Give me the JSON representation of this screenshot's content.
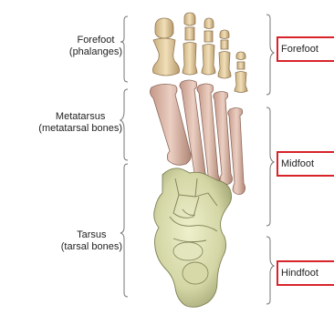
{
  "regions_left": [
    {
      "name": "Forefoot",
      "sub": "(phalanges)"
    },
    {
      "name": "Metatarsus",
      "sub": "(metatarsal bones)"
    },
    {
      "name": "Tarsus",
      "sub": "(tarsal bones)"
    }
  ],
  "regions_right": [
    {
      "label": "Forefoot"
    },
    {
      "label": "Midfoot"
    },
    {
      "label": "Hindfoot"
    }
  ],
  "colors": {
    "phalanges": "#e8d2a6",
    "metatarsals": "#dcb6a8",
    "tarsals": "#d9dbb0",
    "bracket": "#777777",
    "box_border": "#d8232a"
  }
}
